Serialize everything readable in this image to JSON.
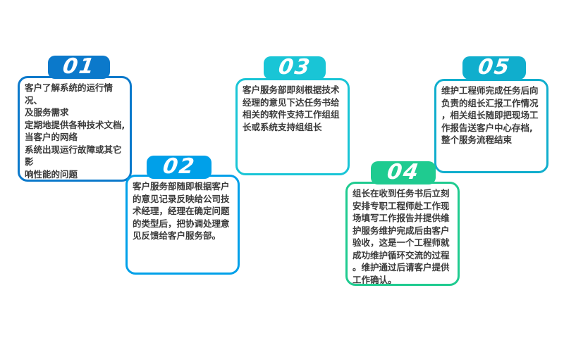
{
  "page": {
    "background": "#ffffff",
    "text_color": "#3a3a3a",
    "number_color": "#ffffff"
  },
  "steps": [
    {
      "number": "01",
      "color": "#0b79cb",
      "text": "客户了解系统的运行情况、\n及服务需求\n定期地提供各种技术文档,\n当客户的网络\n系统出现运行故障或其它影\n响性能的问题\n时，及时向思普公司提出服\n务要求。"
    },
    {
      "number": "02",
      "color": "#00a0e9",
      "text": "客户服务部随即根据客户\n的意见记录反映给公司技\n术经理，经理在确定问题\n的类型后，把协调处理意\n见反馈给客户服务部。"
    },
    {
      "number": "03",
      "color": "#19c5d6",
      "text": "客户服务部即刻根据技术\n经理的意见下达任务书给\n相关的软件支持工作组组\n长或系统支持组组长"
    },
    {
      "number": "04",
      "color": "#1fcb90",
      "text": "组长在收到任务书后立刻\n安排专职工程师赴工作现\n场填写工作报告并提供维\n护服务维护完成后由客户\n验收，这是一个工程师就\n成功维护循环交流的过程\n。维护通过后请客户提供\n工作确认。"
    },
    {
      "number": "05",
      "color": "#10aecd",
      "text": "维护工程师完成任务后向\n负责的组长汇报工作情况\n，相关组长随即把现场工\n作报告送客户中心存档,\n整个服务流程结束"
    }
  ]
}
